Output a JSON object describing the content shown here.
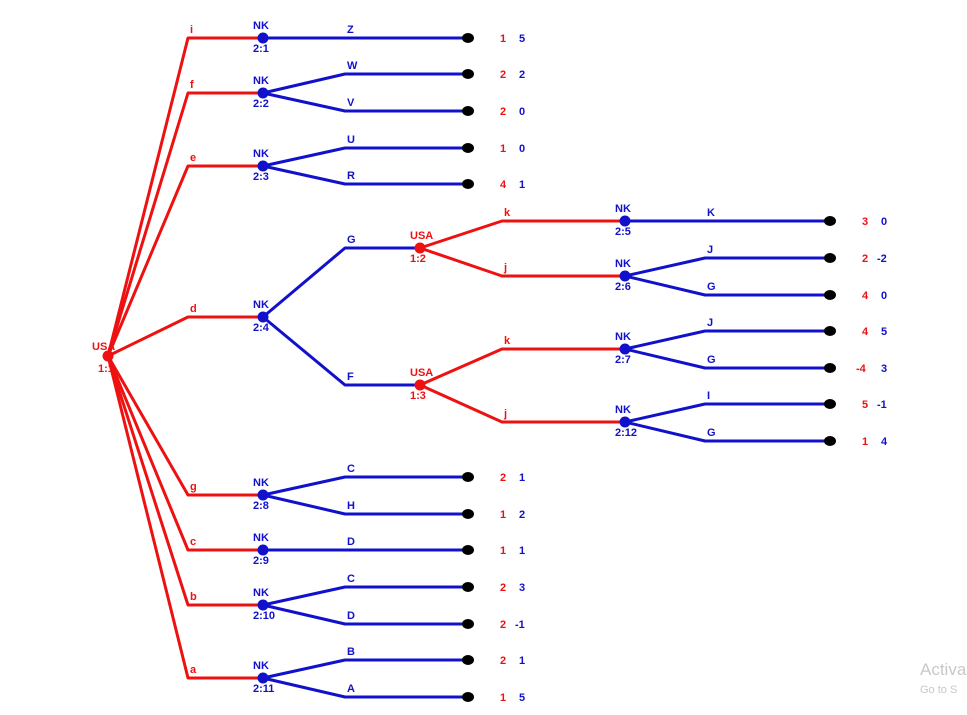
{
  "colors": {
    "p1": "#ee1111",
    "p2": "#1111cc",
    "terminal": "#000000"
  },
  "players": {
    "p1": "USA",
    "p2": "NK"
  },
  "nodes": {
    "root": {
      "player": "USA",
      "id": "1:1"
    },
    "n21": {
      "player": "NK",
      "id": "2:1"
    },
    "n22": {
      "player": "NK",
      "id": "2:2"
    },
    "n23": {
      "player": "NK",
      "id": "2:3"
    },
    "n24": {
      "player": "NK",
      "id": "2:4"
    },
    "n12": {
      "player": "USA",
      "id": "1:2"
    },
    "n13": {
      "player": "USA",
      "id": "1:3"
    },
    "n25": {
      "player": "NK",
      "id": "2:5"
    },
    "n26": {
      "player": "NK",
      "id": "2:6"
    },
    "n27": {
      "player": "NK",
      "id": "2:7"
    },
    "n212": {
      "player": "NK",
      "id": "2:12"
    },
    "n28": {
      "player": "NK",
      "id": "2:8"
    },
    "n29": {
      "player": "NK",
      "id": "2:9"
    },
    "n210": {
      "player": "NK",
      "id": "2:10"
    },
    "n211": {
      "player": "NK",
      "id": "2:11"
    }
  },
  "actions": {
    "i": "i",
    "f": "f",
    "e": "e",
    "d": "d",
    "g": "g",
    "c": "c",
    "b": "b",
    "a": "a",
    "n21_z": "Z",
    "n22_w": "W",
    "n22_v": "V",
    "n23_u": "U",
    "n23_r": "R",
    "n24_g": "G",
    "n24_f": "F",
    "n12_k": "k",
    "n12_j": "j",
    "n13_k": "k",
    "n13_j": "j",
    "n25_k": "K",
    "n26_j": "J",
    "n26_g": "G",
    "n27_j": "J",
    "n27_g": "G",
    "n212_i": "I",
    "n212_g": "G",
    "n28_c": "C",
    "n28_h": "H",
    "n29_d": "D",
    "n210_c": "C",
    "n210_d": "D",
    "n211_b": "B",
    "n211_a": "A"
  },
  "payoffs": [
    {
      "id": "t1",
      "p1": "1",
      "p2": "5"
    },
    {
      "id": "t2",
      "p1": "2",
      "p2": "2"
    },
    {
      "id": "t3",
      "p1": "2",
      "p2": "0"
    },
    {
      "id": "t4",
      "p1": "1",
      "p2": "0"
    },
    {
      "id": "t5",
      "p1": "4",
      "p2": "1"
    },
    {
      "id": "t6",
      "p1": "3",
      "p2": "0"
    },
    {
      "id": "t7",
      "p1": "2",
      "p2": "-2"
    },
    {
      "id": "t8",
      "p1": "4",
      "p2": "0"
    },
    {
      "id": "t9",
      "p1": "4",
      "p2": "5"
    },
    {
      "id": "t10",
      "p1": "-4",
      "p2": "3"
    },
    {
      "id": "t11",
      "p1": "5",
      "p2": "-1"
    },
    {
      "id": "t12",
      "p1": "1",
      "p2": "4"
    },
    {
      "id": "t13",
      "p1": "2",
      "p2": "1"
    },
    {
      "id": "t14",
      "p1": "1",
      "p2": "2"
    },
    {
      "id": "t15",
      "p1": "1",
      "p2": "1"
    },
    {
      "id": "t16",
      "p1": "2",
      "p2": "3"
    },
    {
      "id": "t17",
      "p1": "2",
      "p2": "-1"
    },
    {
      "id": "t18",
      "p1": "2",
      "p2": "1"
    },
    {
      "id": "t19",
      "p1": "1",
      "p2": "5"
    }
  ],
  "watermark": {
    "line1": "Activa",
    "line2": "Go to S"
  }
}
